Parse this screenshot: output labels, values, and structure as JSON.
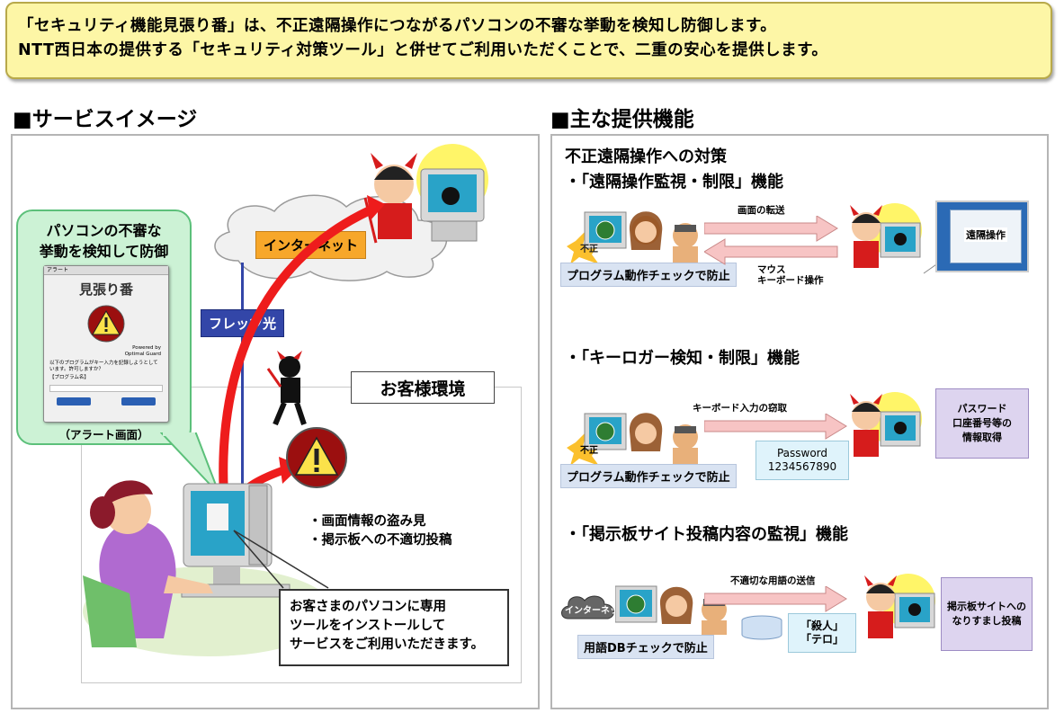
{
  "banner": {
    "line1": "「セキュリティ機能見張り番」は、不正遠隔操作につながるパソコンの不審な挙動を検知し防御します。",
    "line2": "NTT西日本の提供する「セキュリティ対策ツール」と併せてご利用いただくことで、二重の安心を提供します。"
  },
  "left": {
    "title": "■サービスイメージ",
    "internet_label": "インターネット",
    "flets_label": "フレッツ光",
    "customer_env_label": "お客様環境",
    "bubble": {
      "line1": "パソコンの不審な",
      "line2": "挙動を検知して防御",
      "alert_title_small": "アラート",
      "app_name": "見張り番",
      "powered1": "Powered by",
      "powered2": "Optimal Guard",
      "message": "以下のプログラムがキー入力を記録しようとしています。許可しますか？",
      "program_label": "【プログラム名】",
      "caption": "（アラート画面）"
    },
    "bullets": [
      "・画面情報の盗み見",
      "・掲示板への不適切投稿"
    ],
    "info": {
      "line1": "お客さまのパソコンに専用",
      "line2": "ツールをインストールして",
      "line3": "サービスをご利用いただきます。"
    }
  },
  "right": {
    "title": "■主な提供機能",
    "subtitle": "不正遠隔操作への対策",
    "functions": [
      {
        "title": "・「遠隔操作監視・制限」機能",
        "arrow_top": "画面の転送",
        "arrow_bottom_1": "マウス",
        "arrow_bottom_2": "キーボード操作",
        "check_label": "プログラム動作チェックで防止",
        "screen_label": "遠隔操作",
        "sign": "不正"
      },
      {
        "title": "・「キーロガー検知・制限」機能",
        "arrow_top": "キーボード入力の窃取",
        "check_label": "プログラム動作チェックで防止",
        "password_1": "Password",
        "password_2": "1234567890",
        "result_1": "パスワード",
        "result_2": "口座番号等の",
        "result_3": "情報取得",
        "sign": "不正"
      },
      {
        "title": "・「掲示板サイト投稿内容の監視」機能",
        "arrow_top": "不適切な用語の送信",
        "internet_label": "インターネット",
        "check_label": "用語DBチェックで防止",
        "words_1": "「殺人」",
        "words_2": "「テロ」",
        "result_1": "掲示板サイトへの",
        "result_2": "なりすまし投稿"
      }
    ]
  },
  "colors": {
    "banner_bg": "#fdf6a6",
    "red_arrow": "#ee1c1c",
    "flets_blue": "#3346a8",
    "internet_orange": "#f7a72a",
    "bubble_green": "#ccf2d5",
    "pink_arrow": "#f7b8b8",
    "purple_box": "#ddd4ef"
  }
}
